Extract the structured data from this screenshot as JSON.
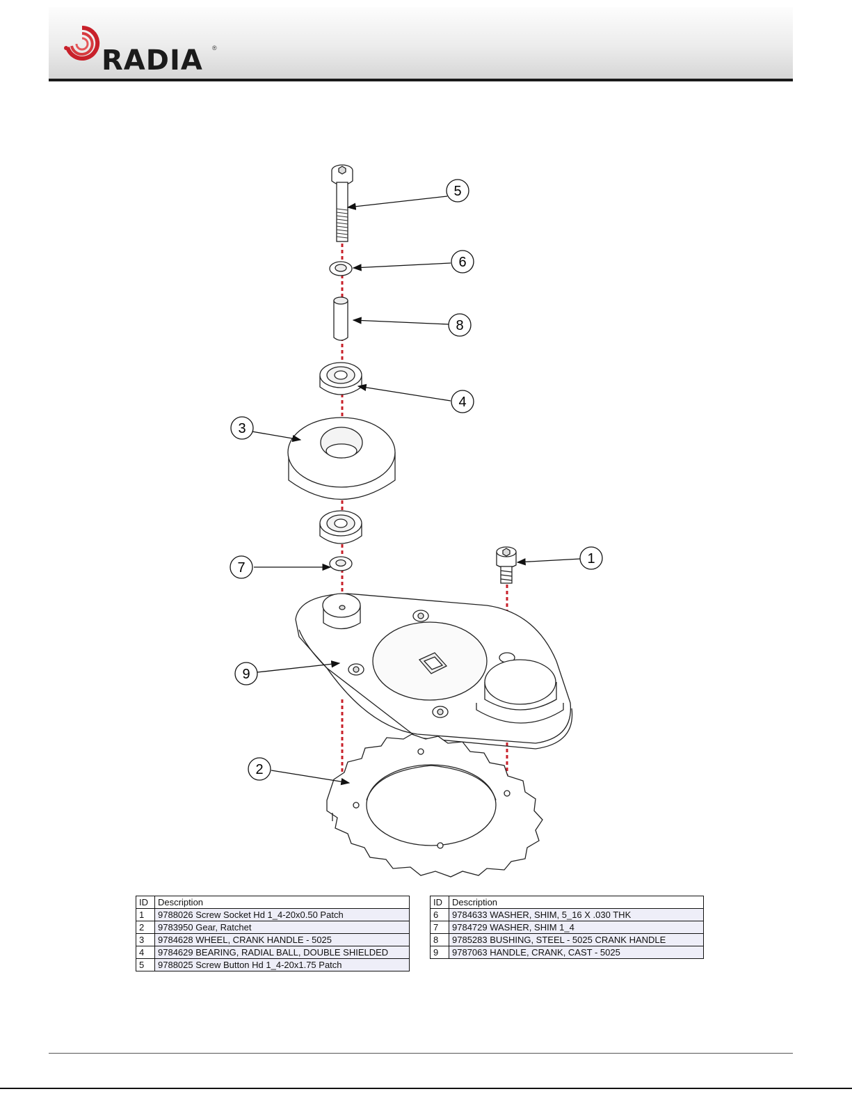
{
  "header": {
    "brand": "RADIA",
    "registered_mark": "®"
  },
  "diagram": {
    "callouts": [
      "1",
      "2",
      "3",
      "4",
      "5",
      "6",
      "7",
      "8",
      "9"
    ]
  },
  "parts_table": {
    "columns": [
      "ID",
      "Description"
    ],
    "left_rows": [
      {
        "id": "1",
        "description": "9788026 Screw Socket Hd 1_4-20x0.50 Patch"
      },
      {
        "id": "2",
        "description": "9783950 Gear, Ratchet"
      },
      {
        "id": "3",
        "description": "9784628 WHEEL, CRANK HANDLE - 5025"
      },
      {
        "id": "4",
        "description": "9784629 BEARING, RADIAL BALL, DOUBLE SHIELDED"
      },
      {
        "id": "5",
        "description": "9788025 Screw Button Hd 1_4-20x1.75 Patch"
      }
    ],
    "right_rows": [
      {
        "id": "6",
        "description": "9784633 WASHER, SHIM, 5_16 X .030 THK"
      },
      {
        "id": "7",
        "description": "9784729 WASHER, SHIM 1_4"
      },
      {
        "id": "8",
        "description": "9785283 BUSHING, STEEL - 5025 CRANK HANDLE"
      },
      {
        "id": "9",
        "description": "9787063 HANDLE, CRANK, CAST - 5025"
      }
    ]
  },
  "colors": {
    "accent_red": "#c8202a",
    "header_rule": "#1a1a1a",
    "table_row_fill": "#eeeef8"
  }
}
